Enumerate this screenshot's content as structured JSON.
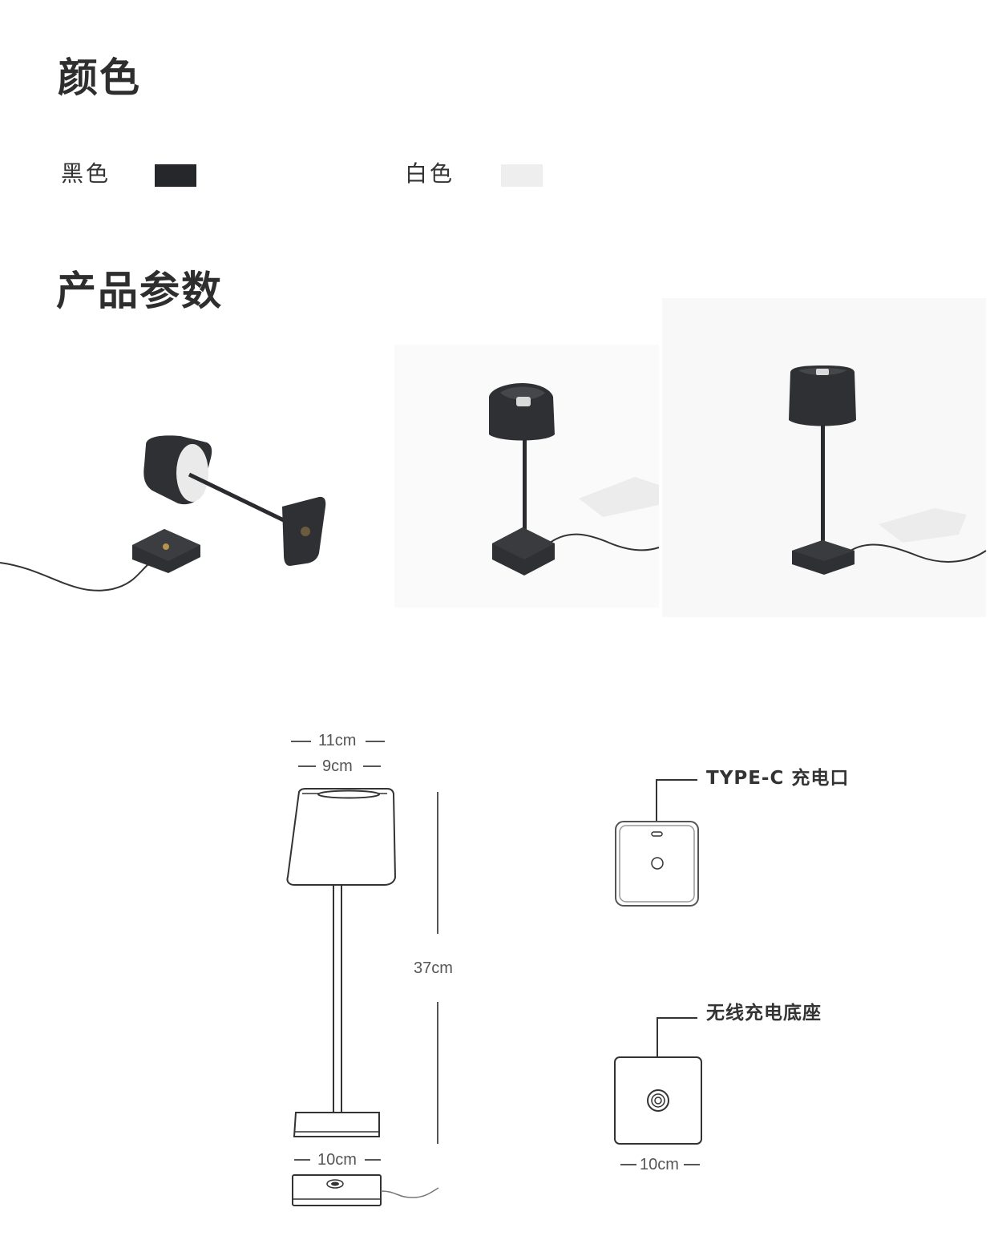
{
  "color_section": {
    "title": "颜色",
    "options": [
      {
        "label": "黑色",
        "swatch": "#25272b"
      },
      {
        "label": "白色",
        "swatch": "#eeeeee"
      }
    ]
  },
  "params_section": {
    "title": "产品参数"
  },
  "dimensions": {
    "shade_outer_width": "11cm",
    "shade_inner_width": "9cm",
    "height": "37cm",
    "base_width": "10cm"
  },
  "callouts": {
    "type_c_port": "TYPE-C 充电口",
    "wireless_base": "无线充电底座",
    "wireless_base_width": "10cm"
  },
  "colors": {
    "lamp_body": "#2f3033",
    "line_art": "#333333",
    "dim_line": "#555555"
  }
}
